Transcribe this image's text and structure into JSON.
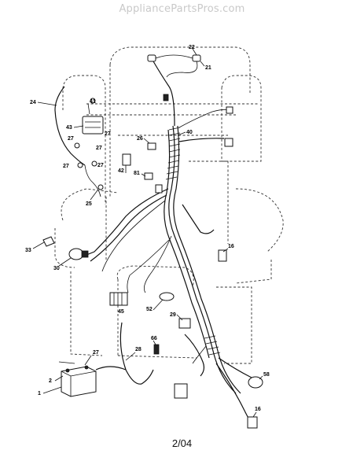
{
  "header": {
    "watermark": "AppliancePartsPros.com"
  },
  "footer": {
    "date_code": "2/04"
  },
  "callouts": [
    "22",
    "21",
    "24",
    "41",
    "43",
    "27",
    "27",
    "27",
    "27",
    "27",
    "40",
    "26",
    "42",
    "81",
    "25",
    "33",
    "30",
    "16",
    "52",
    "45",
    "29",
    "66",
    "28",
    "27",
    "58",
    "2",
    "1",
    "16"
  ]
}
